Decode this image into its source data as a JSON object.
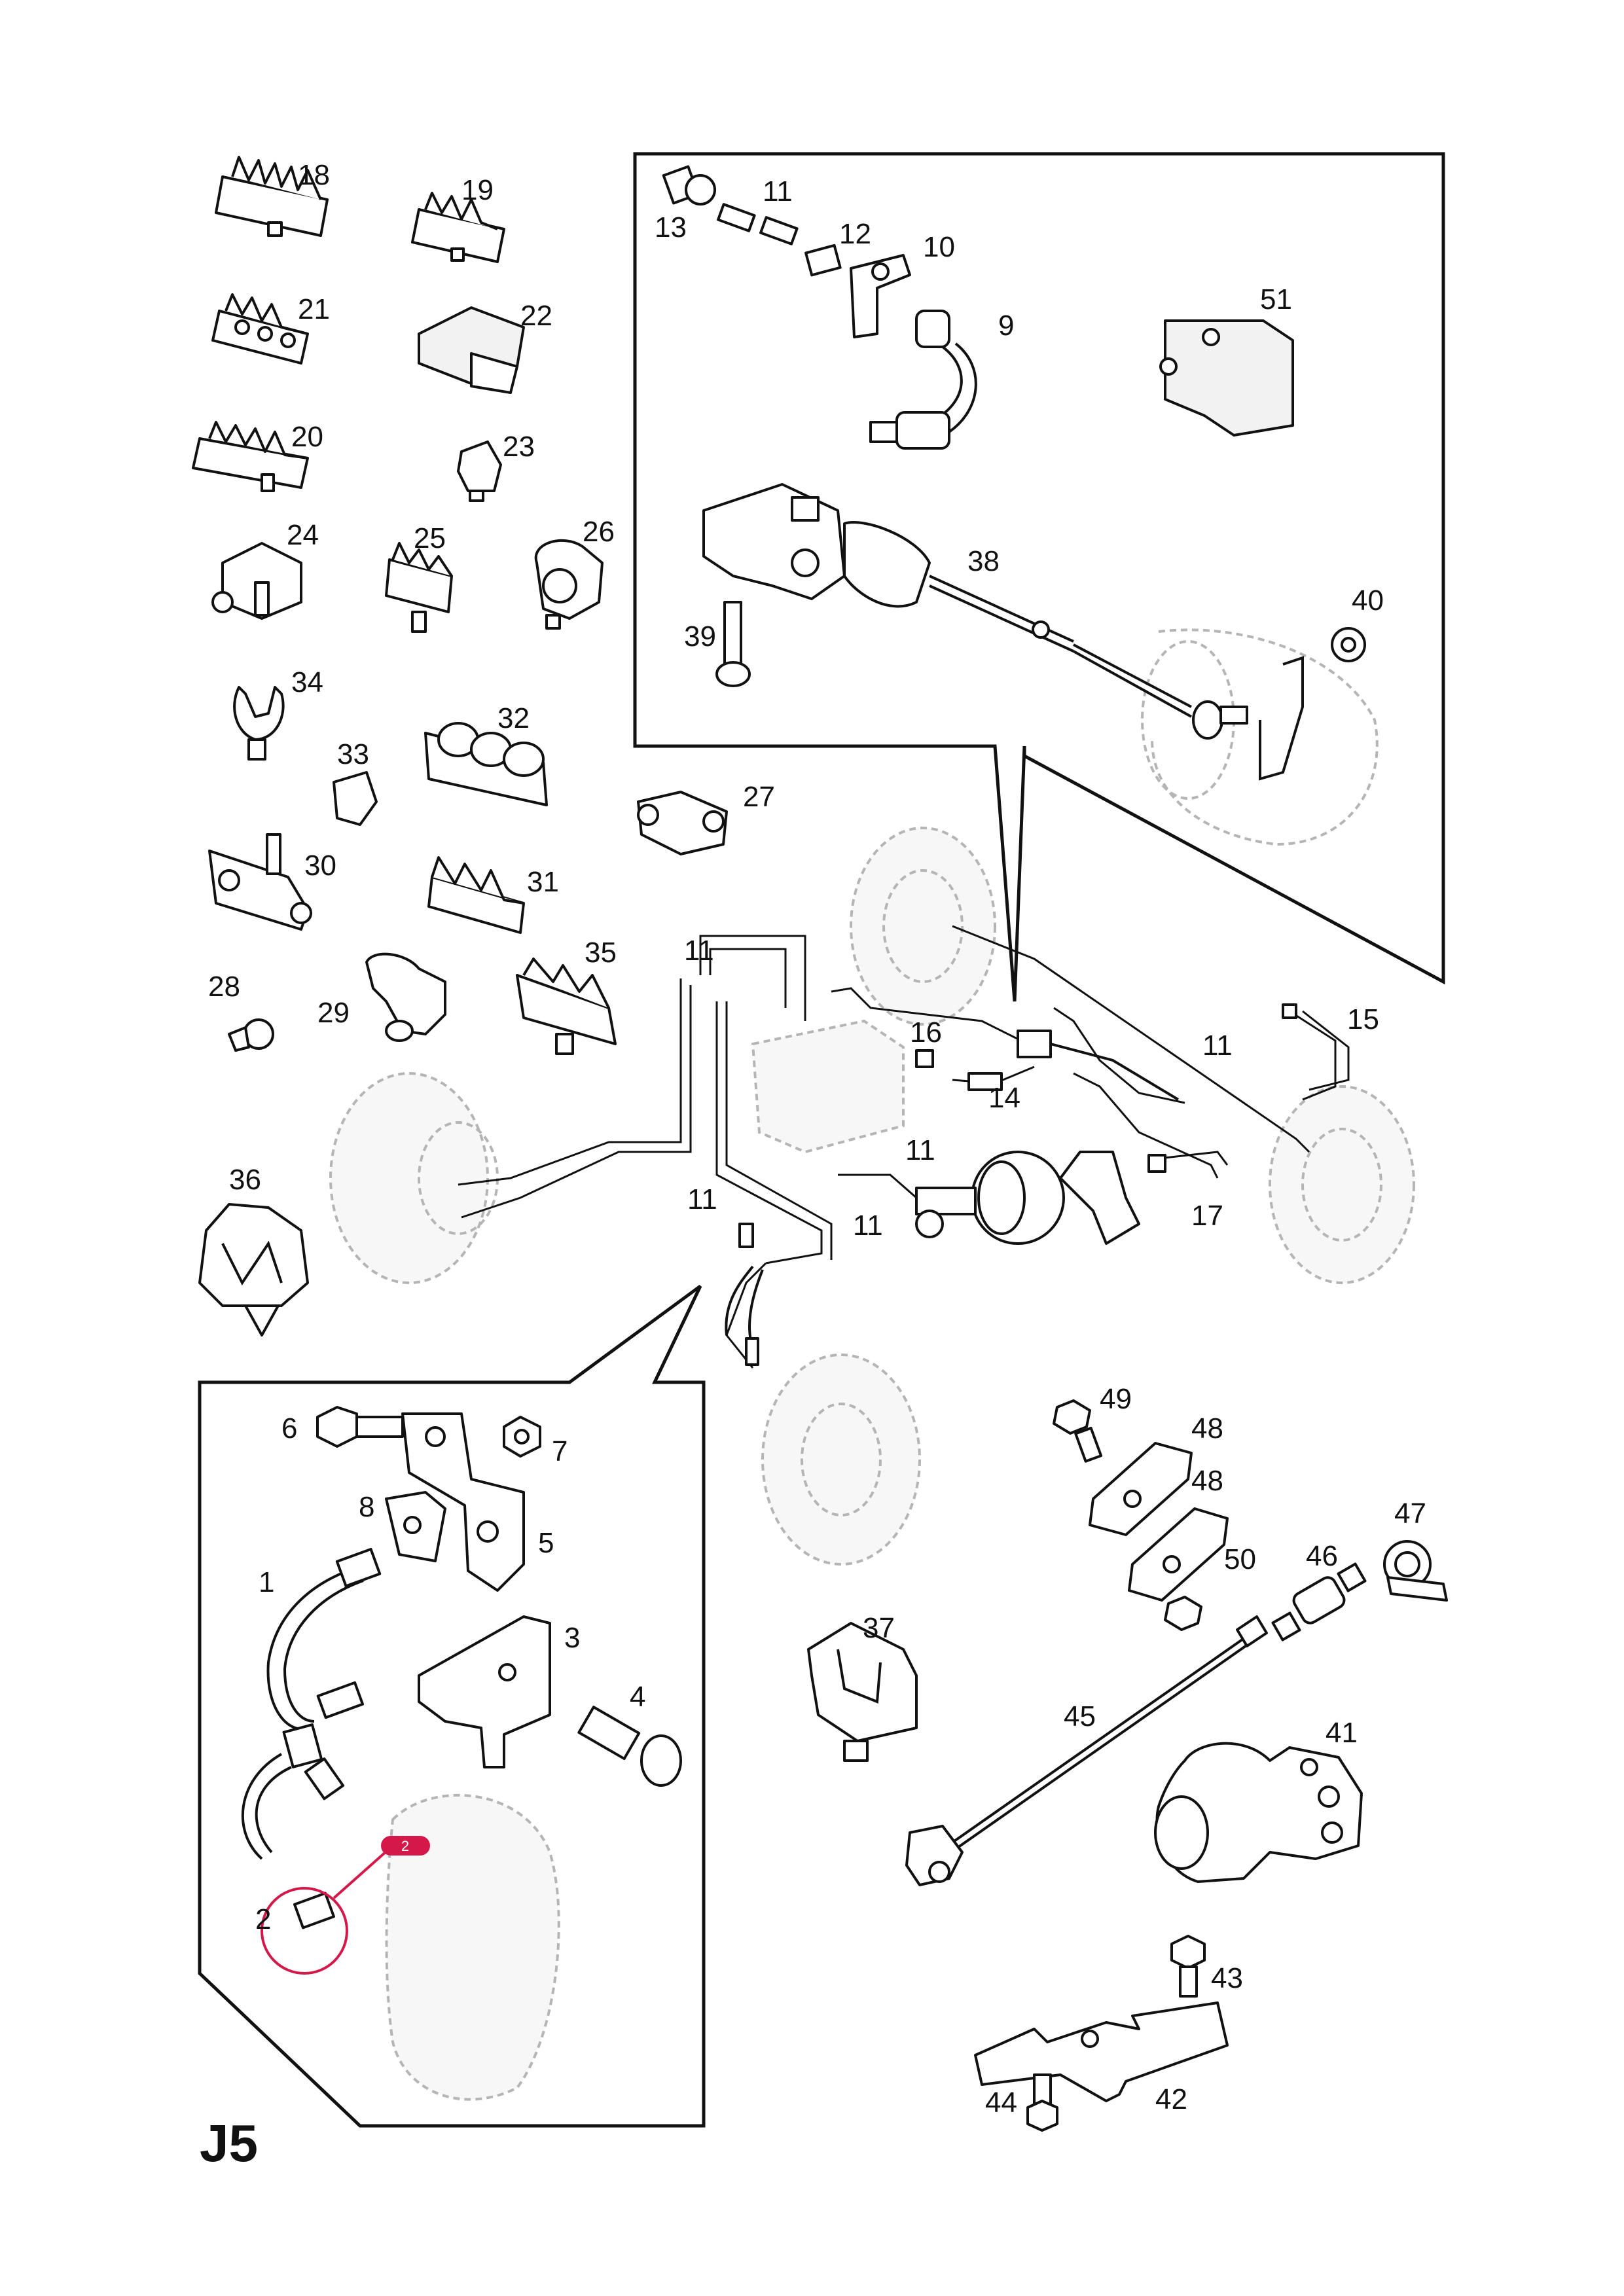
{
  "sheet_code": "J5",
  "highlight": {
    "marker_label": "2",
    "color": "#d4194a"
  },
  "labels": {
    "p1": "1",
    "p2": "2",
    "p3": "3",
    "p4": "4",
    "p5": "5",
    "p6": "6",
    "p7": "7",
    "p8": "8",
    "p9": "9",
    "p10": "10",
    "p11": "11",
    "p12": "12",
    "p13": "13",
    "p14": "14",
    "p15": "15",
    "p16": "16",
    "p17": "17",
    "p18": "18",
    "p19": "19",
    "p20": "20",
    "p21": "21",
    "p22": "22",
    "p23": "23",
    "p24": "24",
    "p25": "25",
    "p26": "26",
    "p27": "27",
    "p28": "28",
    "p29": "29",
    "p30": "30",
    "p31": "31",
    "p32": "32",
    "p33": "33",
    "p34": "34",
    "p35": "35",
    "p36": "36",
    "p37": "37",
    "p38": "38",
    "p39": "39",
    "p40": "40",
    "p41": "41",
    "p42": "42",
    "p43": "43",
    "p44": "44",
    "p45": "45",
    "p46": "46",
    "p47": "47",
    "p48": "48",
    "p49": "49",
    "p50": "50",
    "p51": "51"
  }
}
